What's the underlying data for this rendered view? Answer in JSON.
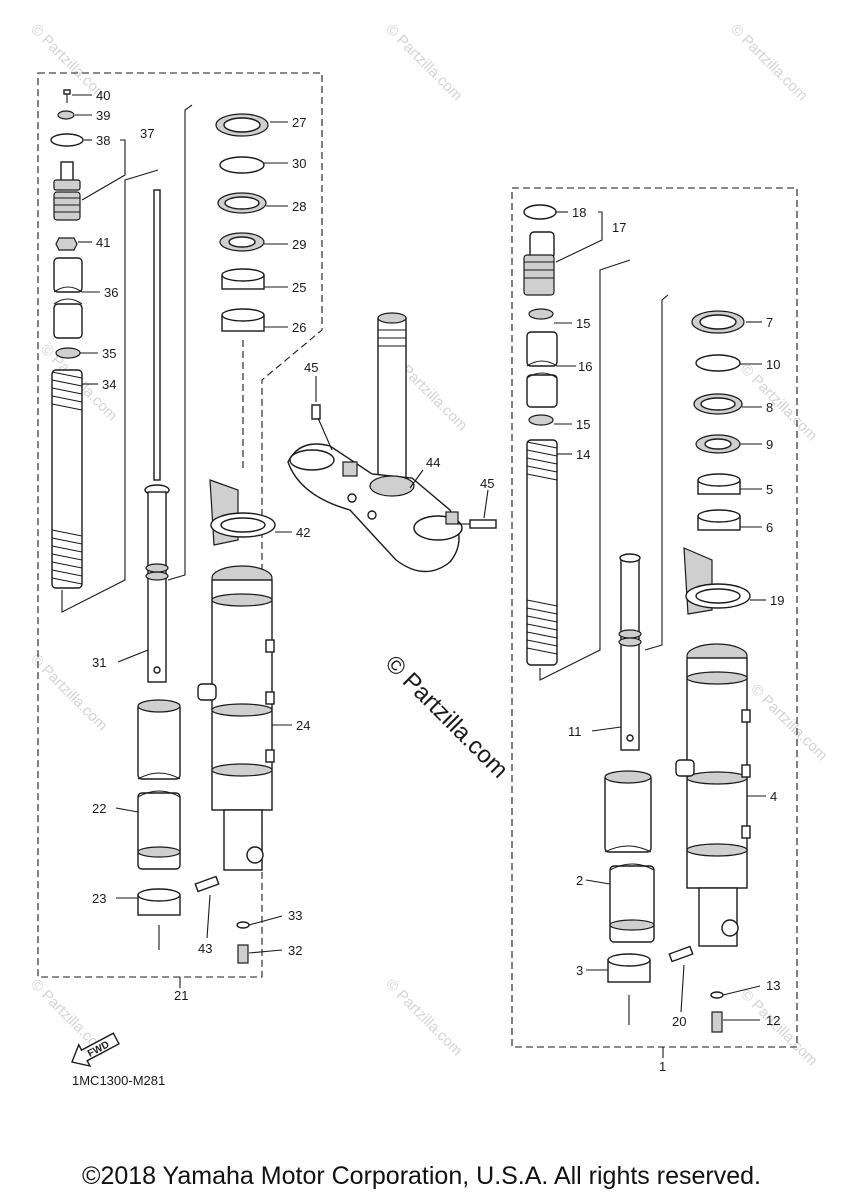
{
  "watermark": "© Partzilla.com",
  "center_watermark": "© Partzilla.com",
  "diagram_code": "1MC1300-M281",
  "fwd_label": "FWD",
  "copyright": "©2018 Yamaha Motor Corporation, U.S.A. All rights reserved.",
  "callouts": {
    "c1": "1",
    "c2": "2",
    "c3": "3",
    "c4": "4",
    "c5": "5",
    "c6": "6",
    "c7": "7",
    "c8": "8",
    "c9": "9",
    "c10": "10",
    "c11": "11",
    "c12": "12",
    "c13": "13",
    "c14": "14",
    "c15a": "15",
    "c15b": "15",
    "c16": "16",
    "c17": "17",
    "c18": "18",
    "c19": "19",
    "c20": "20",
    "c21": "21",
    "c22": "22",
    "c23": "23",
    "c24": "24",
    "c25": "25",
    "c26": "26",
    "c27": "27",
    "c28": "28",
    "c29": "29",
    "c30": "30",
    "c31": "31",
    "c32": "32",
    "c33": "33",
    "c34": "34",
    "c35": "35",
    "c36": "36",
    "c37": "37",
    "c38": "38",
    "c39": "39",
    "c40": "40",
    "c41": "41",
    "c42": "42",
    "c43": "43",
    "c44": "44",
    "c45a": "45",
    "c45b": "45"
  }
}
